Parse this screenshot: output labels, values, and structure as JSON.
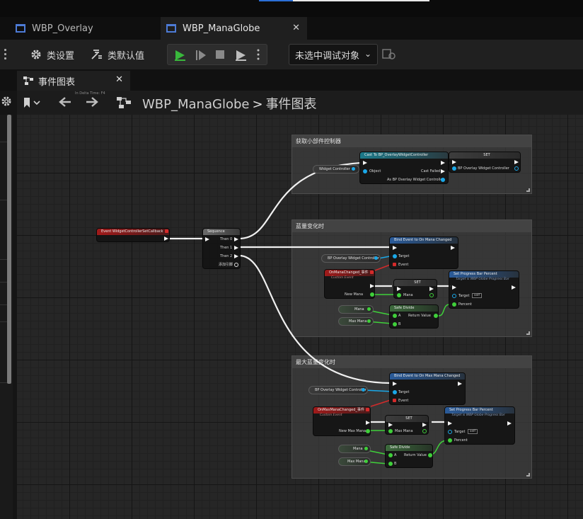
{
  "tabs": [
    {
      "label": "WBP_Overlay"
    },
    {
      "label": "WBP_ManaGlobe"
    }
  ],
  "toolbar": {
    "class_settings": "类设置",
    "class_defaults": "类默认值",
    "debug_object": "未选中调试对象"
  },
  "panel_tab": {
    "label": "事件图表"
  },
  "breadcrumb": {
    "blueprint": "WBP_ManaGlobe",
    "graph": "事件图表",
    "hint": "In Delta Time: F4"
  },
  "comments": [
    {
      "title": "获取小部件控制器"
    },
    {
      "title": "蓝量变化时"
    },
    {
      "title": "最大蓝量变化时"
    }
  ],
  "nodes": {
    "event_set_cb": {
      "title": "Event WidgetControllerSetCallback"
    },
    "sequence": {
      "title": "Sequence",
      "pins": [
        "Then 0",
        "Then 1",
        "Then 2",
        "添加引脚"
      ]
    },
    "cast": {
      "title": "Cast To BP_OverlayWidgetController",
      "object": "Object",
      "cast_failed": "Cast Failed",
      "as_out": "As BP Overlay Widget Controller"
    },
    "set_ctrl": {
      "title": "SET",
      "pin": "BP Overlay Widget Controller"
    },
    "widget_controller_getter": {
      "label": "Widget Controller"
    },
    "bind1": {
      "title": "Bind Event to On Mana Changed",
      "target": "Target",
      "event": "Event"
    },
    "bpov_getter1": {
      "label": "BP Overlay Widget Controller"
    },
    "custom1": {
      "title": "OnManaChanged_事件",
      "sub": "Custom Event",
      "out": "New Mana"
    },
    "set_mana": {
      "title": "SET",
      "pin": "Mana"
    },
    "progress1": {
      "title": "Set Progress Bar Percent",
      "sub": "Target is WBP Globe Progress Bar",
      "target": "Target",
      "target_val": "self",
      "percent": "Percent"
    },
    "mana_getter": {
      "label": "Mana"
    },
    "maxmana_getter": {
      "label": "Max Mana"
    },
    "div1": {
      "title": "Safe Divide",
      "a": "A",
      "b": "B",
      "ret": "Return Value"
    },
    "bind2": {
      "title": "Bind Event to On Max Mana Changed",
      "target": "Target",
      "event": "Event"
    },
    "bpov_getter2": {
      "label": "BP Overlay Widget Controller"
    },
    "custom2": {
      "title": "OnMaxManaChanged_事件",
      "sub": "Custom Event",
      "out": "New Max Mana"
    },
    "set_maxmana": {
      "title": "SET",
      "pin": "Max Mana"
    },
    "progress2": {
      "title": "Set Progress Bar Percent",
      "sub": "Target is WBP Globe Progress Bar",
      "target": "Target",
      "target_val": "self",
      "percent": "Percent"
    },
    "mana_getter2": {
      "label": "Mana"
    },
    "maxmana_getter2": {
      "label": "Max Mana"
    },
    "div2": {
      "title": "Safe Divide",
      "a": "A",
      "b": "B",
      "ret": "Return Value"
    }
  },
  "colors": {
    "exec": "#f2f2f2",
    "object": "#1aa8e8",
    "float": "#3fd03a",
    "event": "#d42a2a",
    "accent": "#2b6fd6"
  }
}
